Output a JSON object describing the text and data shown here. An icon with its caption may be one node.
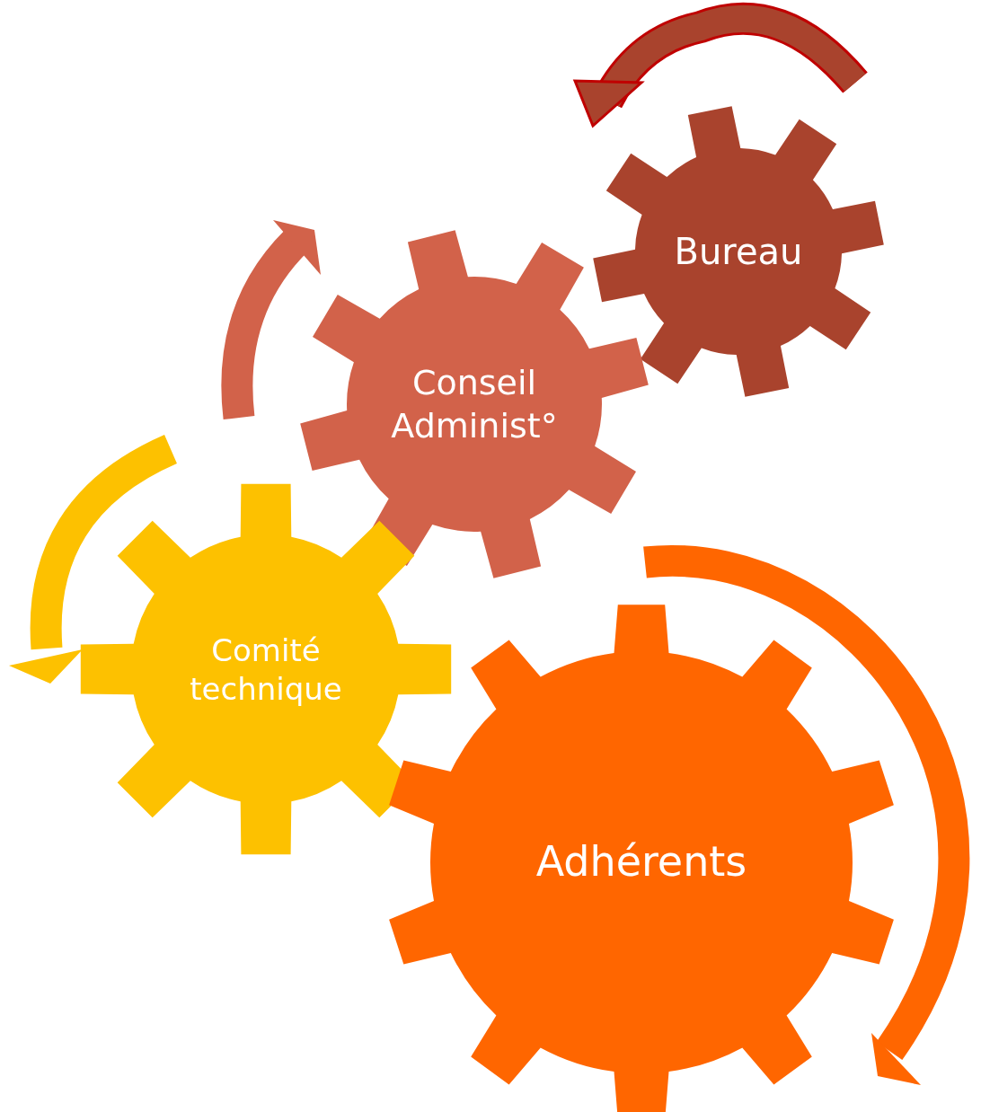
{
  "diagram": {
    "nodes": [
      {
        "text": [
          "Bureau"
        ]
      },
      {
        "text": [
          "Conseil Administ°"
        ]
      },
      {
        "text": [
          "Comité technique"
        ]
      },
      {
        "text": [
          "Adhérents"
        ]
      }
    ]
  }
}
